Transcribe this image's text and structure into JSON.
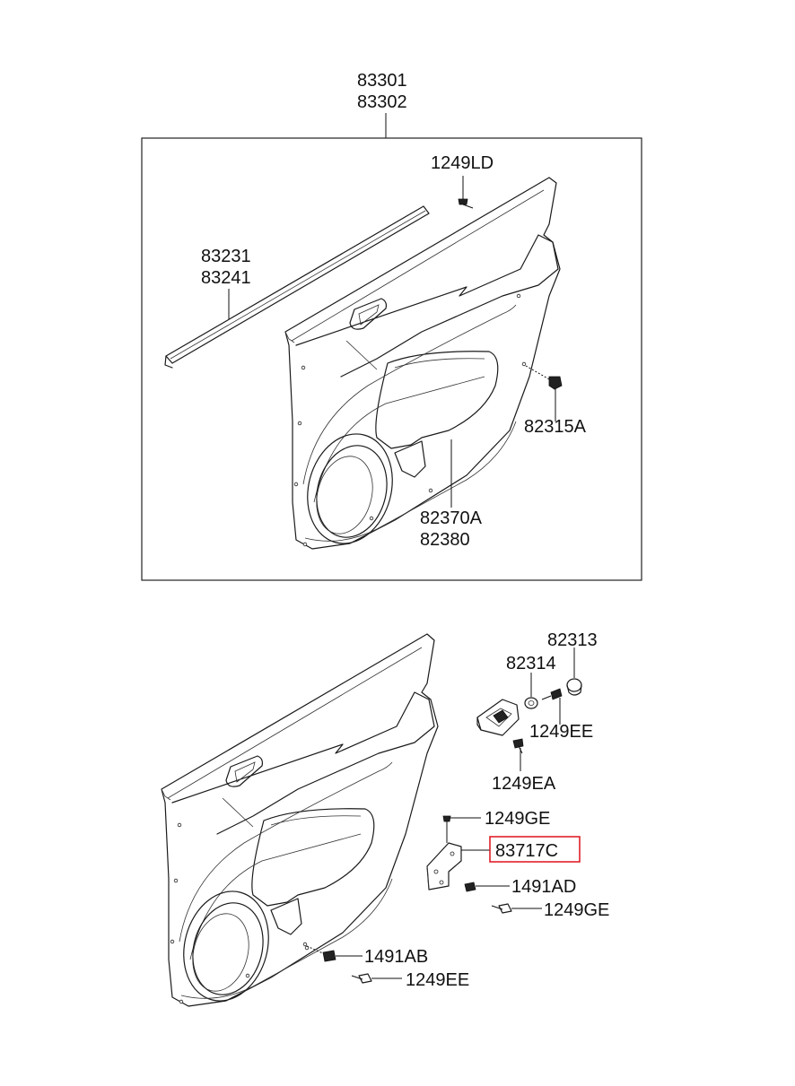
{
  "labels": {
    "door_trim_assy_a": "83301",
    "door_trim_assy_b": "83302",
    "screw_top": "1249LD",
    "garnish_a": "83231",
    "garnish_b": "83241",
    "fastener_right": "82315A",
    "panel_insert_a": "82370A",
    "panel_insert_b": "82380",
    "cap": "82313",
    "nut_grip": "82314",
    "bolt_handle": "1249EE",
    "screw_handle": "1249EA",
    "screw_bracket_top": "1249GE",
    "bracket": "83717C",
    "nut_bracket": "1491AD",
    "screw_bracket_bottom": "1249GE",
    "nut_bottom": "1491AB",
    "bolt_bottom": "1249EE"
  },
  "highlight": {
    "color": "#e0202a",
    "part": "83717C"
  }
}
